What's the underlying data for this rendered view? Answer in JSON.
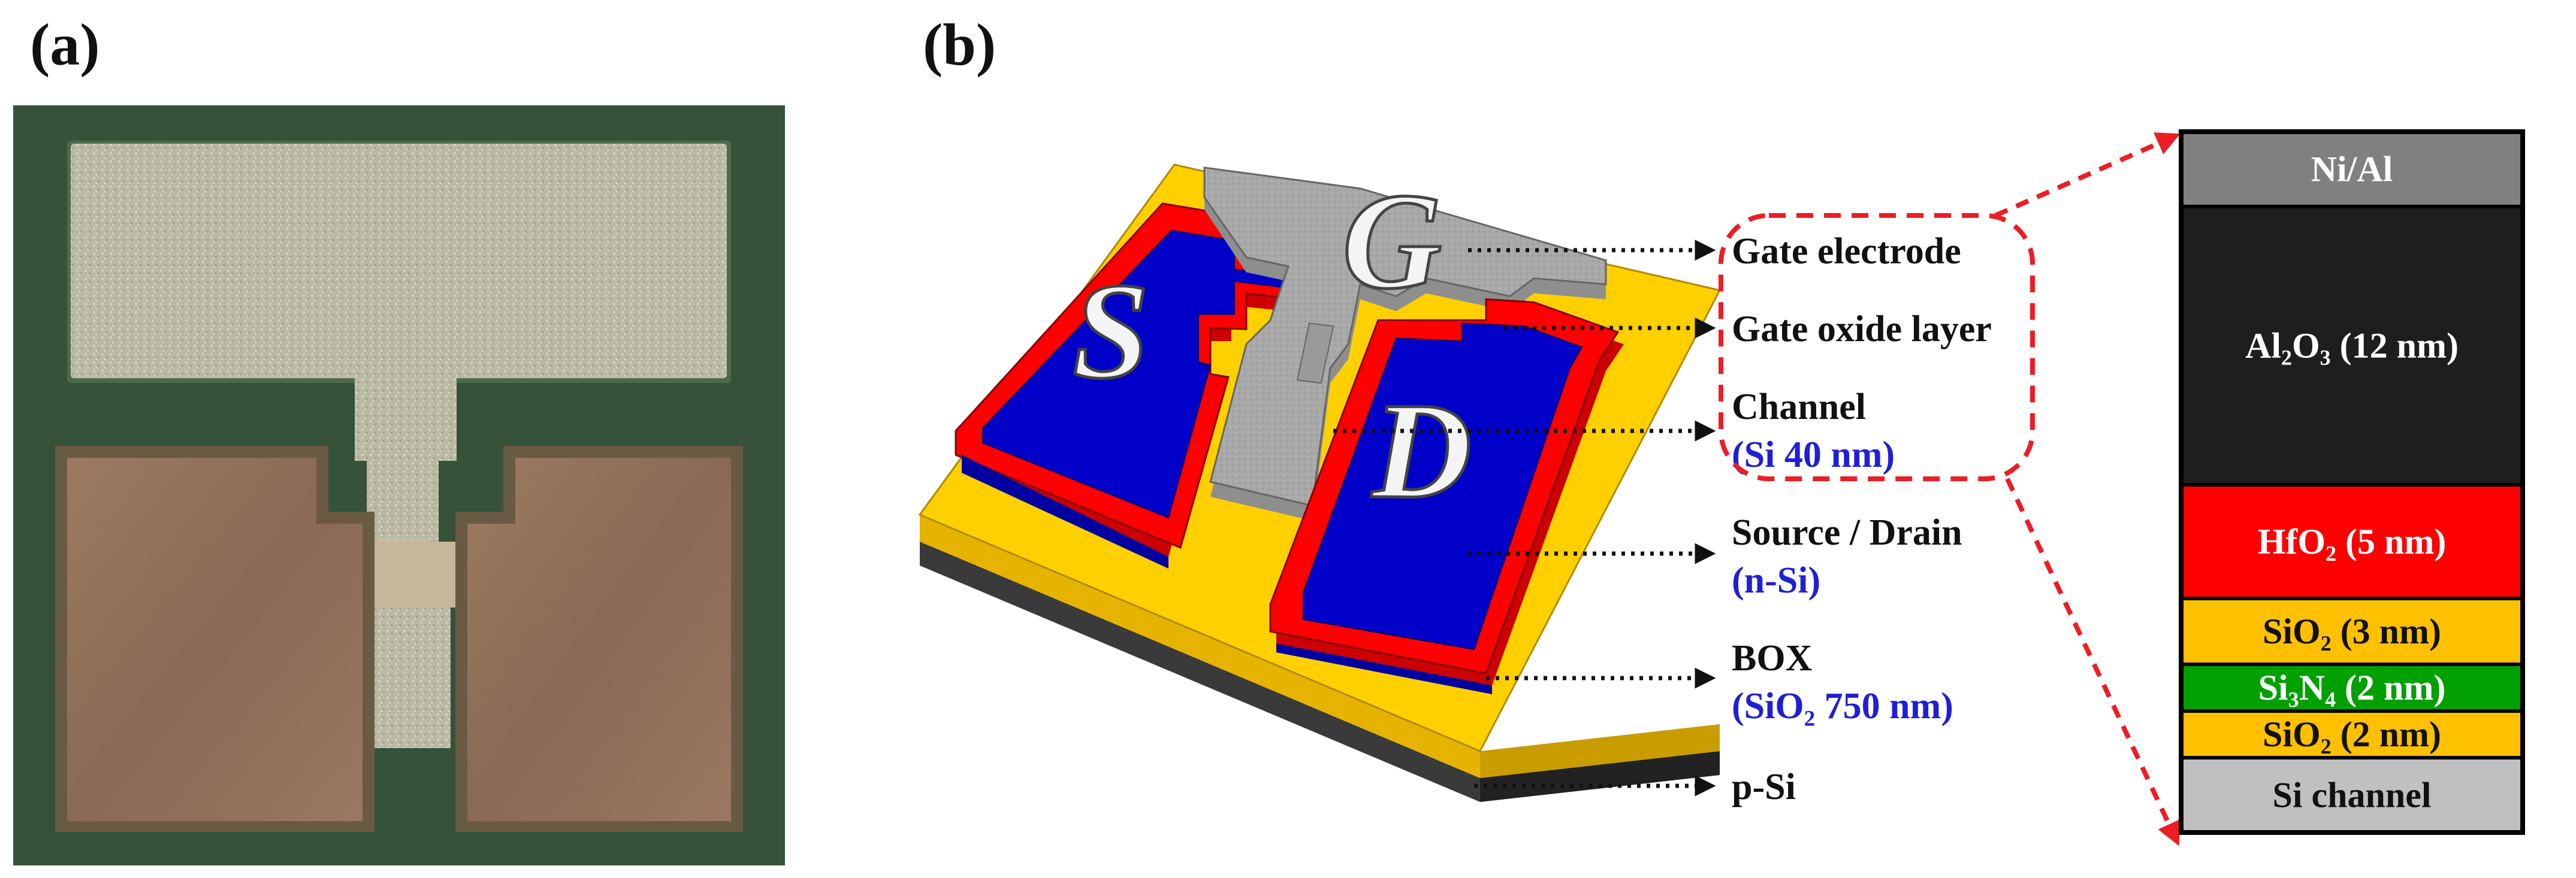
{
  "panels": {
    "a": {
      "label": "(a)"
    },
    "b": {
      "label": "(b)"
    }
  },
  "device": {
    "letters": {
      "source": "S",
      "gate": "G",
      "drain": "D"
    }
  },
  "callouts": [
    {
      "title": "Gate electrode",
      "sub": ""
    },
    {
      "title": "Gate oxide layer",
      "sub": ""
    },
    {
      "title": "Channel",
      "sub": "(Si 40 nm)"
    },
    {
      "title": "Source / Drain",
      "sub": "(n-Si)"
    },
    {
      "title": "BOX",
      "sub": "(SiO₂ 750 nm)"
    },
    {
      "title": "p-Si",
      "sub": ""
    }
  ],
  "stack": {
    "layers": [
      {
        "label": "Ni/Al",
        "color": "#808080",
        "text_color": "#ffffff"
      },
      {
        "label": "Al₂O₃ (12 nm)",
        "color": "#1e1e1e",
        "text_color": "#ffffff"
      },
      {
        "label": "HfO₂ (5 nm)",
        "color": "#ff0000",
        "text_color": "#ffffff"
      },
      {
        "label": "SiO₂ (3 nm)",
        "color": "#ffc000",
        "text_color": "#111111"
      },
      {
        "label": "Si₃N₄ (2 nm)",
        "color": "#00a000",
        "text_color": "#ffffff"
      },
      {
        "label": "SiO₂ (2 nm)",
        "color": "#ffc000",
        "text_color": "#111111"
      },
      {
        "label": "Si channel",
        "color": "#c0c0c0",
        "text_color": "#111111"
      }
    ]
  },
  "colors": {
    "highlight_dashed": "#ee1c24",
    "source_drain": "#0000c8",
    "oxide_rim": "#ff0000",
    "box_oxide": "#ffd000",
    "gate_metal": "#a6a6a6",
    "substrate": "#3a3a3a"
  }
}
